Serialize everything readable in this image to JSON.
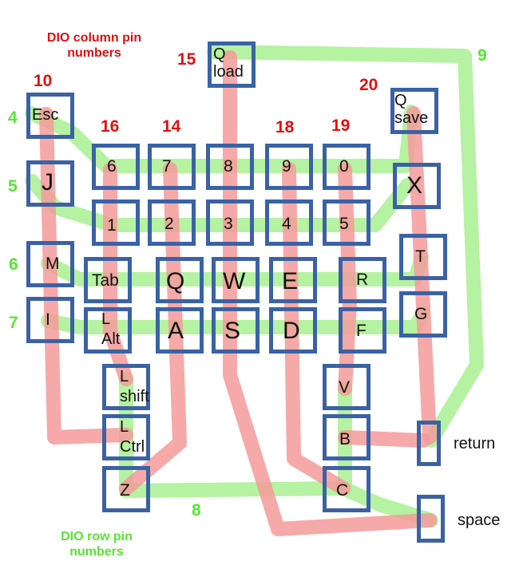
{
  "headings": {
    "column": "DIO column pin numbers",
    "row": "DIO row pin numbers"
  },
  "colors": {
    "column_wire": "#f59a9a",
    "row_wire": "#a8f090",
    "key_border": "#3a62a4",
    "column_text": "#e01010",
    "row_text": "#55e830"
  },
  "column_pins": [
    "10",
    "15",
    "20",
    "16",
    "14",
    "18",
    "19"
  ],
  "row_pins": [
    "4",
    "5",
    "6",
    "7",
    "8",
    "9"
  ],
  "side_labels": {
    "return": "return",
    "space": "space"
  },
  "keys": {
    "q_load": [
      "Q",
      "load"
    ],
    "q_save": [
      "Q",
      "save"
    ],
    "esc": [
      "Esc"
    ],
    "j": [
      "J"
    ],
    "m": [
      "M"
    ],
    "i": [
      "I"
    ],
    "k6": [
      "6"
    ],
    "k7": [
      "7"
    ],
    "k8": [
      "8"
    ],
    "k9": [
      "9"
    ],
    "k0": [
      "0"
    ],
    "x": [
      "X"
    ],
    "k1": [
      "1"
    ],
    "k2": [
      "2"
    ],
    "k3": [
      "3"
    ],
    "k4": [
      "4"
    ],
    "k5": [
      "5"
    ],
    "tab": [
      "Tab"
    ],
    "q": [
      "Q"
    ],
    "w": [
      "W"
    ],
    "e": [
      "E"
    ],
    "r": [
      "R"
    ],
    "t": [
      "T"
    ],
    "l_alt": [
      "L",
      "Alt"
    ],
    "a": [
      "A"
    ],
    "s": [
      "S"
    ],
    "d": [
      "D"
    ],
    "f": [
      "F"
    ],
    "g": [
      "G"
    ],
    "l_shift": [
      "L",
      "shift"
    ],
    "v": [
      "V"
    ],
    "l_ctrl": [
      "L",
      "Ctrl"
    ],
    "b": [
      "B"
    ],
    "z": [
      "Z"
    ],
    "c": [
      "C"
    ],
    "return_key": [],
    "space_key": []
  }
}
